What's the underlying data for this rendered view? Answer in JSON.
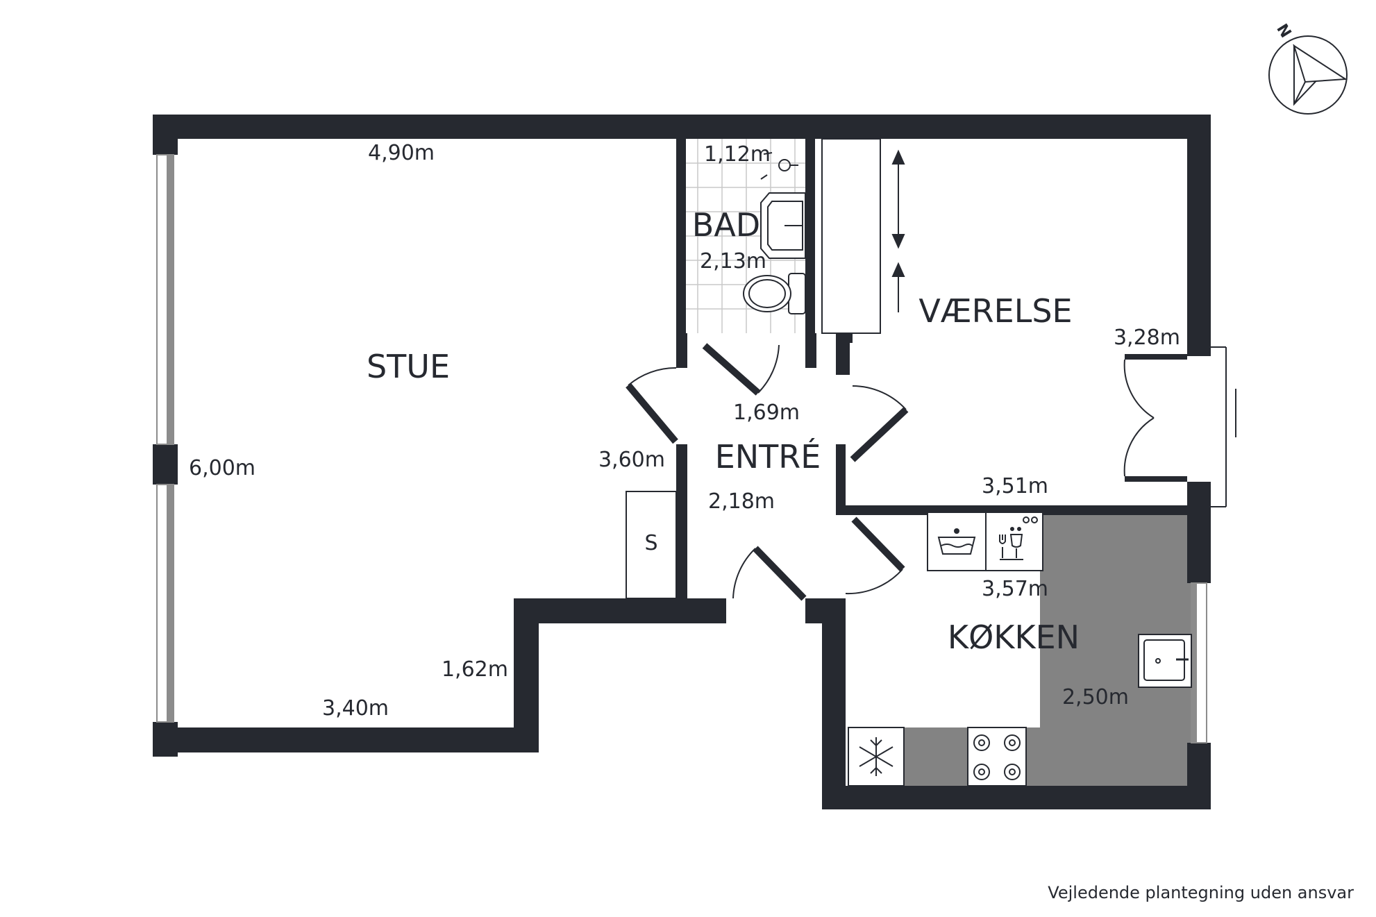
{
  "rooms": {
    "stue": "STUE",
    "bad": "BAD",
    "vaerelse": "VÆRELSE",
    "entre": "ENTRÉ",
    "koekken": "KØKKEN"
  },
  "dimensions": {
    "stue_top": "4,90m",
    "stue_left": "6,00m",
    "stue_right": "3,60m",
    "stue_step": "1,62m",
    "stue_bottom": "3,40m",
    "bad_width": "1,12m",
    "bad_depth": "2,13m",
    "entre_top": "1,69m",
    "entre_side": "2,18m",
    "vaerelse_side": "3,28m",
    "vaerelse_bottom": "3,51m",
    "koekken_top": "3,57m",
    "koekken_side": "2,50m"
  },
  "fixtures": {
    "storage": "S"
  },
  "compass": {
    "north": "N"
  },
  "footer": {
    "disclaimer": "Vejledende plantegning uden ansvar"
  },
  "colors": {
    "wall": "#262930",
    "counter": "#838383",
    "window": "#8c8c8c"
  }
}
